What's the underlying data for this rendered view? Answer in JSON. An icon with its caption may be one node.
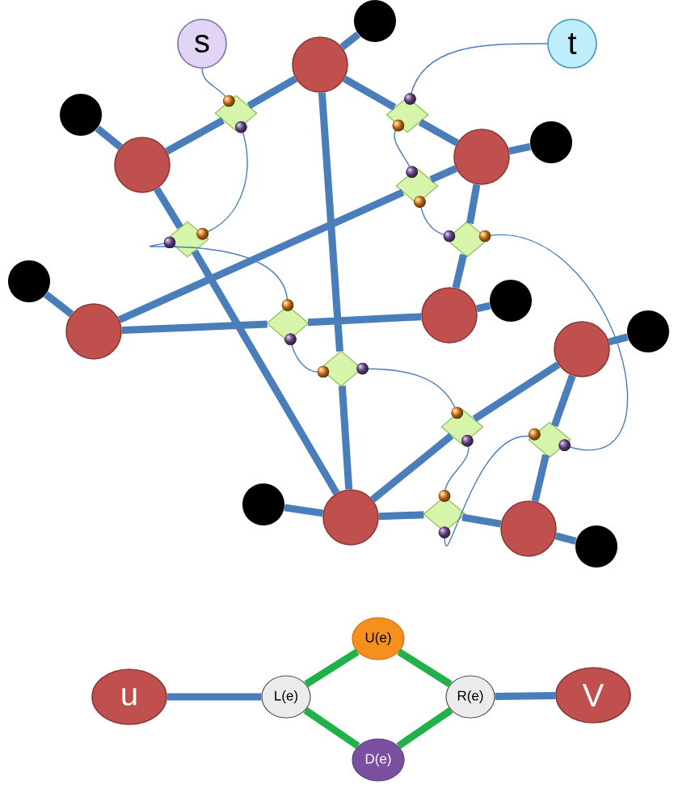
{
  "diagram": {
    "nodes": [
      {
        "text": [
          "s"
        ]
      },
      {
        "text": [
          "t"
        ]
      },
      {
        "text": [],
        "shape": "circle"
      },
      {
        "text": [],
        "shape": "circle"
      },
      {
        "text": [],
        "shape": "circle"
      },
      {
        "text": [],
        "shape": "circle"
      },
      {
        "text": [],
        "shape": "circle"
      },
      {
        "text": [],
        "shape": "circle"
      },
      {
        "text": [],
        "shape": "circle"
      },
      {
        "text": [],
        "shape": "circle"
      },
      {
        "text": [],
        "shape": "circle"
      },
      {
        "text": [],
        "shape": "circle"
      },
      {
        "text": [],
        "shape": "circle"
      },
      {
        "text": [],
        "shape": "circle"
      },
      {
        "text": [],
        "shape": "circle"
      },
      {
        "text": [],
        "shape": "circle"
      },
      {
        "text": [],
        "shape": "circle"
      },
      {
        "text": [],
        "shape": "circle"
      },
      {
        "text": [],
        "shape": "diamond"
      },
      {
        "text": [],
        "shape": "diamond"
      },
      {
        "text": [],
        "shape": "diamond"
      },
      {
        "text": [],
        "shape": "diamond"
      },
      {
        "text": [],
        "shape": "diamond"
      },
      {
        "text": [],
        "shape": "diamond"
      },
      {
        "text": [],
        "shape": "diamond"
      },
      {
        "text": [],
        "shape": "diamond"
      },
      {
        "text": [],
        "shape": "diamond"
      },
      {
        "text": [],
        "shape": "diamond"
      },
      {
        "text": [
          "u"
        ]
      },
      {
        "text": [
          "L(e)"
        ]
      },
      {
        "text": [
          "U(e)"
        ]
      },
      {
        "text": [
          "R(e)"
        ]
      },
      {
        "text": [
          "D(e)"
        ]
      },
      {
        "text": [
          "V"
        ]
      }
    ],
    "edges": [
      {
        "from": 2,
        "to": 10,
        "arrow": "none"
      },
      {
        "from": 3,
        "to": 11,
        "arrow": "none"
      },
      {
        "from": 4,
        "to": 12,
        "arrow": "none"
      },
      {
        "from": 5,
        "to": 13,
        "arrow": "none"
      },
      {
        "from": 6,
        "to": 14,
        "arrow": "none"
      },
      {
        "from": 7,
        "to": 15,
        "arrow": "none"
      },
      {
        "from": 8,
        "to": 16,
        "arrow": "none"
      },
      {
        "from": 9,
        "to": 17,
        "arrow": "none"
      },
      {
        "from": 2,
        "to": 18,
        "arrow": "none"
      },
      {
        "from": 18,
        "to": 3,
        "arrow": "none"
      },
      {
        "from": 2,
        "to": 19,
        "arrow": "none"
      },
      {
        "from": 19,
        "to": 4,
        "arrow": "none"
      },
      {
        "from": 3,
        "to": 20,
        "arrow": "none"
      },
      {
        "from": 20,
        "to": 8,
        "arrow": "none"
      },
      {
        "from": 4,
        "to": 21,
        "arrow": "none"
      },
      {
        "from": 21,
        "to": 5,
        "arrow": "none"
      },
      {
        "from": 4,
        "to": 22,
        "arrow": "none"
      },
      {
        "from": 22,
        "to": 6,
        "arrow": "none"
      },
      {
        "from": 5,
        "to": 23,
        "arrow": "none"
      },
      {
        "from": 23,
        "to": 6,
        "arrow": "none"
      },
      {
        "from": 2,
        "to": 24,
        "arrow": "none"
      },
      {
        "from": 24,
        "to": 8,
        "arrow": "none"
      },
      {
        "from": 8,
        "to": 25,
        "arrow": "none"
      },
      {
        "from": 25,
        "to": 7,
        "arrow": "none"
      },
      {
        "from": 7,
        "to": 26,
        "arrow": "none"
      },
      {
        "from": 26,
        "to": 9,
        "arrow": "none"
      },
      {
        "from": 8,
        "to": 27,
        "arrow": "none"
      },
      {
        "from": 27,
        "to": 9,
        "arrow": "none"
      },
      {
        "from": 0,
        "to": 18,
        "arrow": "none"
      },
      {
        "from": 18,
        "to": 20,
        "arrow": "none"
      },
      {
        "from": 20,
        "to": 23,
        "arrow": "none"
      },
      {
        "from": 23,
        "to": 24,
        "arrow": "none"
      },
      {
        "from": 24,
        "to": 25,
        "arrow": "none"
      },
      {
        "from": 25,
        "to": 27,
        "arrow": "none"
      },
      {
        "from": 27,
        "to": 26,
        "arrow": "none"
      },
      {
        "from": 26,
        "to": 22,
        "arrow": "none"
      },
      {
        "from": 22,
        "to": 21,
        "arrow": "none"
      },
      {
        "from": 21,
        "to": 19,
        "arrow": "none"
      },
      {
        "from": 19,
        "to": 1,
        "arrow": "none"
      },
      {
        "from": 28,
        "to": 29,
        "arrow": "none"
      },
      {
        "from": 29,
        "to": 30,
        "arrow": "none",
        "color": "#22b04a"
      },
      {
        "from": 29,
        "to": 32,
        "arrow": "none",
        "color": "#22b04a"
      },
      {
        "from": 30,
        "to": 31,
        "arrow": "none",
        "color": "#22b04a"
      },
      {
        "from": 32,
        "to": 31,
        "arrow": "none",
        "color": "#22b04a"
      },
      {
        "from": 31,
        "to": 33,
        "arrow": "none"
      }
    ]
  }
}
